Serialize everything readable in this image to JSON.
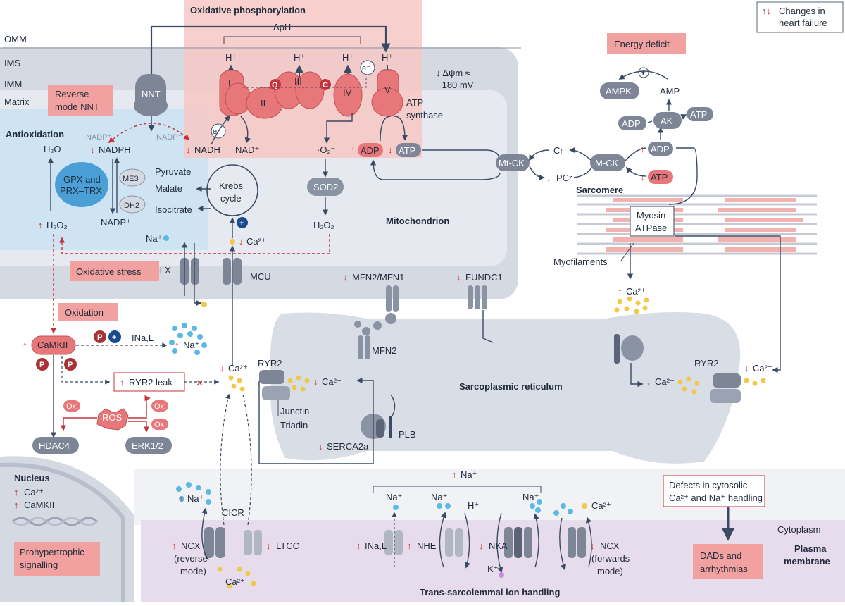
{
  "legend": {
    "arrows": "↑↓",
    "text1": "Changes in",
    "text2": "heart failure"
  },
  "membranes": {
    "omm": "OMM",
    "ims": "IMS",
    "imm": "IMM",
    "matrix": "Matrix"
  },
  "oxphos": {
    "title": "Oxidative phosphorylation",
    "delta_ph": "ΔpH",
    "h_plus": "H⁺",
    "complex_1": "I",
    "complex_2": "II",
    "complex_3": "III",
    "complex_4": "IV",
    "complex_5": "V",
    "q": "Q",
    "c": "C",
    "electron": "e⁻",
    "delta_psi": "↓ Δψm ≈",
    "delta_psi_value": "−180 mV",
    "atp_synthase_1": "ATP",
    "atp_synthase_2": "synthase",
    "superoxide": "·O₂⁻",
    "adp": "ADP",
    "atp": "ATP"
  },
  "labels": {
    "nnt": "NNT",
    "reverse_nnt_1": "Reverse",
    "reverse_nnt_2": "mode NNT",
    "antioxidation": "Antioxidation",
    "h2o": "H₂O",
    "nadp_plus": "NADP⁺",
    "nadph": "NADPH",
    "nadh": "NADH",
    "nad_plus": "NAD⁺",
    "gpx": "GPX and",
    "prx": "PRX–TRX",
    "me3": "ME3",
    "idh2": "IDH2",
    "pyruvate": "Pyruvate",
    "malate": "Malate",
    "isocitrate": "Isocitrate",
    "krebs_1": "Krebs",
    "krebs_2": "cycle",
    "h2o2": "H₂O₂",
    "sod2": "SOD2",
    "mitochondrion": "Mitochondrion",
    "na_plus": "Na⁺",
    "ca2_plus": "Ca²⁺",
    "nclx": "NCLX",
    "mcu": "MCU",
    "oxidative_stress": "Oxidative stress",
    "oxidation": "Oxidation",
    "camkii": "CaMKII",
    "p": "P",
    "plus": "+",
    "ina_l": "INa,L",
    "ryr2_leak": "RYR2 leak",
    "ros": "ROS",
    "ox": "Ox",
    "hdac4": "HDAC4",
    "erk": "ERK1/2",
    "nucleus": "Nucleus",
    "nuc_camkii": "CaMKII",
    "prohypertrophic_1": "Prohypertrophic",
    "prohypertrophic_2": "signalling",
    "mfn": "MFN2/MFN1",
    "fundc1": "FUNDC1",
    "mfn2": "MFN2",
    "ryr2": "RYR2",
    "junctin": "Junctin",
    "triadin": "Triadin",
    "sr": "Sarcoplasmic reticulum",
    "plb": "PLB",
    "serca": "SERCA2a",
    "energy_deficit": "Energy deficit",
    "ampk": "AMPK",
    "amp": "AMP",
    "ak": "AK",
    "mtck": "Mt-CK",
    "mck": "M-CK",
    "cr": "Cr",
    "pcr": "PCr",
    "sarcomere": "Sarcomere",
    "myosin_1": "Myosin",
    "myosin_2": "ATPase",
    "myofilaments": "Myofilaments",
    "cicr": "CICR",
    "ncx_rev_1": "NCX",
    "ncx_rev_2": "(reverse",
    "ncx_rev_3": "mode)",
    "ltcc": "LTCC",
    "ina_l2": "INa,L",
    "nhe": "NHE",
    "nka": "NKA",
    "k_plus": "K⁺",
    "ncx_fwd_1": "NCX",
    "ncx_fwd_2": "(forwards",
    "ncx_fwd_3": "mode)",
    "defects_1": "Defects in cytosolic",
    "defects_2": "Ca²⁺ and Na⁺ handling",
    "dads_1": "DADs and",
    "dads_2": "arrhythmias",
    "cytoplasm": "Cytoplasm",
    "plasma_1": "Plasma",
    "plasma_2": "membrane",
    "trans": "Trans-sarcolemmal ion handling"
  },
  "colors": {
    "red_accent": "#c8323a",
    "complex_fill": "#e8777a",
    "pink_box": "#f1a19f",
    "mito_fill": "#d7dbe3",
    "matrix_fill": "#e4e8ee",
    "antiox_fill": "#cfe4f3",
    "sr_fill": "#d9dde5",
    "membrane_fill": "#e7dcec",
    "protein_fill": "#7d8597"
  }
}
